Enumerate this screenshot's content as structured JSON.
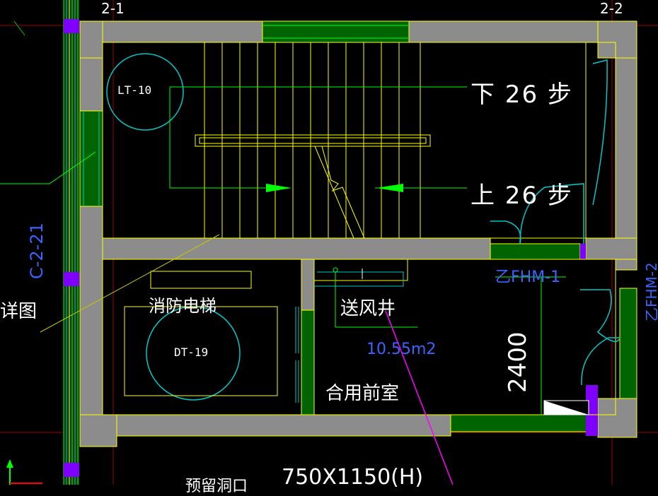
{
  "grid_labels": {
    "left": "2-1",
    "right": "2-2"
  },
  "stair": {
    "down_label": "下 26 步",
    "up_label": "上 26 步",
    "tag": "LT-10"
  },
  "elevator": {
    "label": "消防电梯",
    "tag": "DT-19"
  },
  "shaft_label": "送风井",
  "lobby": {
    "area": "10.55m2",
    "label": "合用前室",
    "dimension": "2400"
  },
  "doors": {
    "door1": "乙FHM-1",
    "door2": "乙FHM-2"
  },
  "side_label_left": "C-2-21",
  "detail_label": "详图",
  "bottom_label": "预留洞口",
  "opening_size": "750X1150(H)",
  "colors": {
    "wall": "#8c8c8c",
    "yellow": "#ffff00",
    "green_line": "#00ff00",
    "dark_green": "#006400",
    "cyan": "#00c8c8",
    "magenta": "#ff00ff",
    "purple": "#8000ff",
    "blue_text": "#3c64ff"
  }
}
